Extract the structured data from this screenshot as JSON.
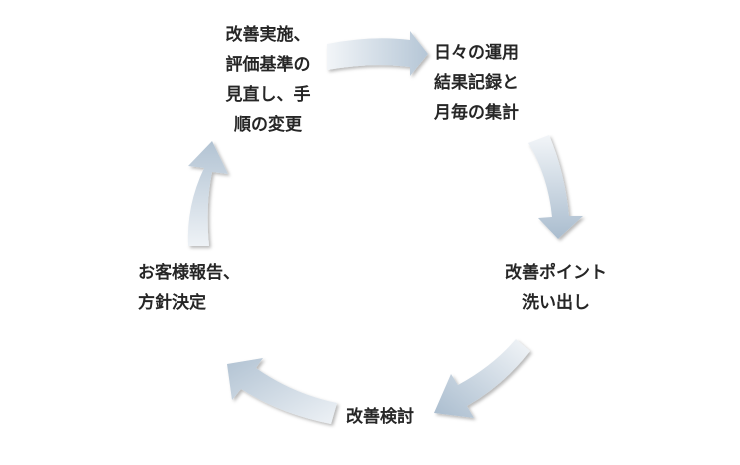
{
  "cycle": {
    "steps": [
      {
        "id": "implement",
        "label": "改善実施、\n評価基準の\n見直し、手\n順の変更"
      },
      {
        "id": "record",
        "label": "日々の運用\n結果記録と\n月毎の集計"
      },
      {
        "id": "identify",
        "label": "改善ポイント\n洗い出し"
      },
      {
        "id": "review",
        "label": "改善検討"
      },
      {
        "id": "report",
        "label": "お客様報告、\n方針決定"
      }
    ]
  },
  "colors": {
    "text": "#262626",
    "arrow_light": "#f2f5f8",
    "arrow_dark": "#a9bcce"
  }
}
